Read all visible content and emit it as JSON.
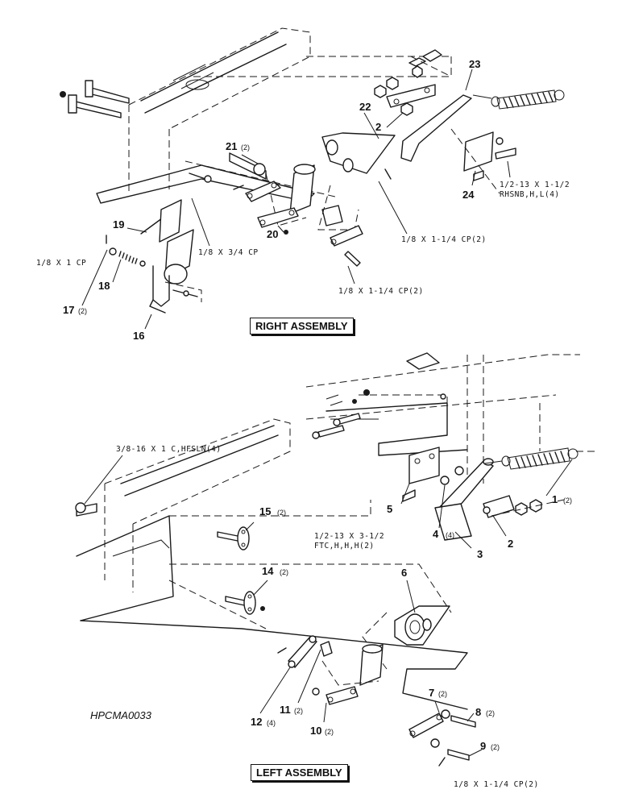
{
  "titles": {
    "right": "RIGHT ASSEMBLY",
    "left": "LEFT ASSEMBLY"
  },
  "figure_id": "HPCMA0033",
  "right_callouts": [
    {
      "num": "23",
      "qty": ""
    },
    {
      "num": "22",
      "qty": ""
    },
    {
      "num": "2",
      "qty": ""
    },
    {
      "num": "21",
      "qty": "(2)"
    },
    {
      "num": "24",
      "qty": ""
    },
    {
      "num": "19",
      "qty": ""
    },
    {
      "num": "20",
      "qty": ""
    },
    {
      "num": "18",
      "qty": ""
    },
    {
      "num": "17",
      "qty": "(2)"
    },
    {
      "num": "16",
      "qty": ""
    }
  ],
  "right_specs": [
    "1/2-13 X 1-1/2",
    "RHSNB,H,L(4)",
    "1/8 X 1-1/4 CP(2)",
    "1/8 X 3/4 CP",
    "1/8 X 1 CP",
    "1/8 X 1-1/4 CP(2)"
  ],
  "left_callouts": [
    {
      "num": "1",
      "qty": "(2)"
    },
    {
      "num": "5",
      "qty": ""
    },
    {
      "num": "4",
      "qty": "(4)"
    },
    {
      "num": "2",
      "qty": ""
    },
    {
      "num": "3",
      "qty": ""
    },
    {
      "num": "15",
      "qty": "(2)"
    },
    {
      "num": "14",
      "qty": "(2)"
    },
    {
      "num": "6",
      "qty": ""
    },
    {
      "num": "7",
      "qty": "(2)"
    },
    {
      "num": "8",
      "qty": "(2)"
    },
    {
      "num": "9",
      "qty": "(2)"
    },
    {
      "num": "12",
      "qty": "(4)"
    },
    {
      "num": "11",
      "qty": "(2)"
    },
    {
      "num": "10",
      "qty": "(2)"
    }
  ],
  "left_specs": [
    "3/8-16 X 1 C,HFSLN(4)",
    "1/2-13 X 3-1/2",
    "FTC,H,H,H(2)",
    "1/8 X 1-1/4 CP(2)"
  ]
}
